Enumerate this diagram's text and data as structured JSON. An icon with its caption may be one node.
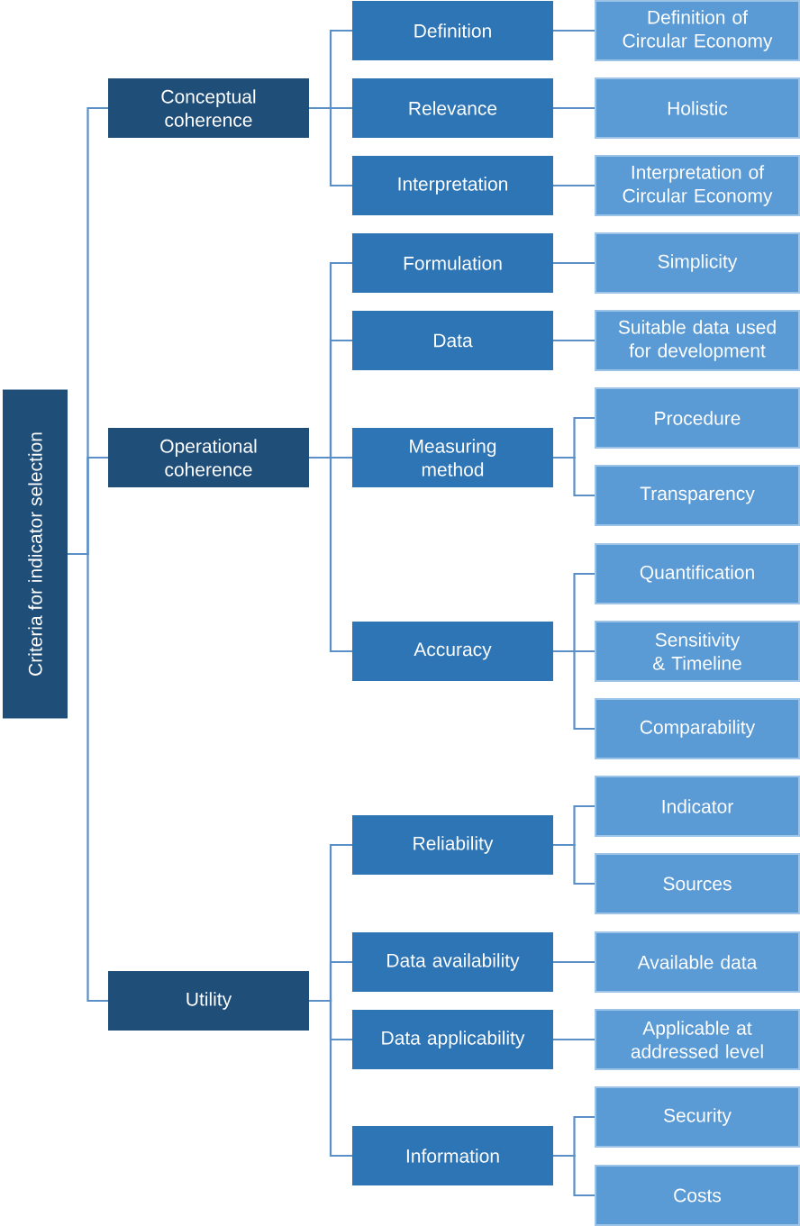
{
  "diagram": {
    "nodes": [
      {
        "text": [
          "Criteria for indicator selection"
        ]
      },
      {
        "text": [
          "Conceptual coherence"
        ]
      },
      {
        "text": [
          "Definition"
        ]
      },
      {
        "text": [
          "Definition of Circular Economy"
        ]
      },
      {
        "text": [
          "Relevance"
        ]
      },
      {
        "text": [
          "Holistic"
        ]
      },
      {
        "text": [
          "Interpretation"
        ]
      },
      {
        "text": [
          "Interpretation of Circular Economy"
        ]
      },
      {
        "text": [
          "Operational coherence"
        ]
      },
      {
        "text": [
          "Formulation"
        ]
      },
      {
        "text": [
          "Simplicity"
        ]
      },
      {
        "text": [
          "Data"
        ]
      },
      {
        "text": [
          "Suitable data used for development"
        ]
      },
      {
        "text": [
          "Measuring method"
        ]
      },
      {
        "text": [
          "Procedure"
        ]
      },
      {
        "text": [
          "Transparency"
        ]
      },
      {
        "text": [
          "Accuracy"
        ]
      },
      {
        "text": [
          "Quantification"
        ]
      },
      {
        "text": [
          "Sensitivity & Timeline"
        ]
      },
      {
        "text": [
          "Comparability"
        ]
      },
      {
        "text": [
          "Utility"
        ]
      },
      {
        "text": [
          "Reliability"
        ]
      },
      {
        "text": [
          "Indicator"
        ]
      },
      {
        "text": [
          "Sources"
        ]
      },
      {
        "text": [
          "Data availability"
        ]
      },
      {
        "text": [
          "Available data"
        ]
      },
      {
        "text": [
          "Data applicability"
        ]
      },
      {
        "text": [
          "Applicable at addressed level"
        ]
      },
      {
        "text": [
          "Information"
        ]
      },
      {
        "text": [
          "Security"
        ]
      },
      {
        "text": [
          "Costs"
        ]
      }
    ],
    "edges": [
      {
        "from": 0,
        "to": 1,
        "arrow": "none"
      },
      {
        "from": 0,
        "to": 8,
        "arrow": "none"
      },
      {
        "from": 0,
        "to": 20,
        "arrow": "none"
      },
      {
        "from": 1,
        "to": 2,
        "arrow": "none"
      },
      {
        "from": 1,
        "to": 4,
        "arrow": "none"
      },
      {
        "from": 1,
        "to": 6,
        "arrow": "none"
      },
      {
        "from": 2,
        "to": 3,
        "arrow": "none"
      },
      {
        "from": 4,
        "to": 5,
        "arrow": "none"
      },
      {
        "from": 6,
        "to": 7,
        "arrow": "none"
      },
      {
        "from": 8,
        "to": 9,
        "arrow": "none"
      },
      {
        "from": 8,
        "to": 11,
        "arrow": "none"
      },
      {
        "from": 8,
        "to": 13,
        "arrow": "none"
      },
      {
        "from": 8,
        "to": 16,
        "arrow": "none"
      },
      {
        "from": 9,
        "to": 10,
        "arrow": "none"
      },
      {
        "from": 11,
        "to": 12,
        "arrow": "none"
      },
      {
        "from": 13,
        "to": 14,
        "arrow": "none"
      },
      {
        "from": 13,
        "to": 15,
        "arrow": "none"
      },
      {
        "from": 16,
        "to": 17,
        "arrow": "none"
      },
      {
        "from": 16,
        "to": 18,
        "arrow": "none"
      },
      {
        "from": 16,
        "to": 19,
        "arrow": "none"
      },
      {
        "from": 20,
        "to": 21,
        "arrow": "none"
      },
      {
        "from": 20,
        "to": 24,
        "arrow": "none"
      },
      {
        "from": 20,
        "to": 26,
        "arrow": "none"
      },
      {
        "from": 20,
        "to": 28,
        "arrow": "none"
      },
      {
        "from": 21,
        "to": 22,
        "arrow": "none"
      },
      {
        "from": 21,
        "to": 23,
        "arrow": "none"
      },
      {
        "from": 24,
        "to": 25,
        "arrow": "none"
      },
      {
        "from": 26,
        "to": 27,
        "arrow": "none"
      },
      {
        "from": 28,
        "to": 29,
        "arrow": "none"
      },
      {
        "from": 28,
        "to": 30,
        "arrow": "none"
      }
    ]
  }
}
